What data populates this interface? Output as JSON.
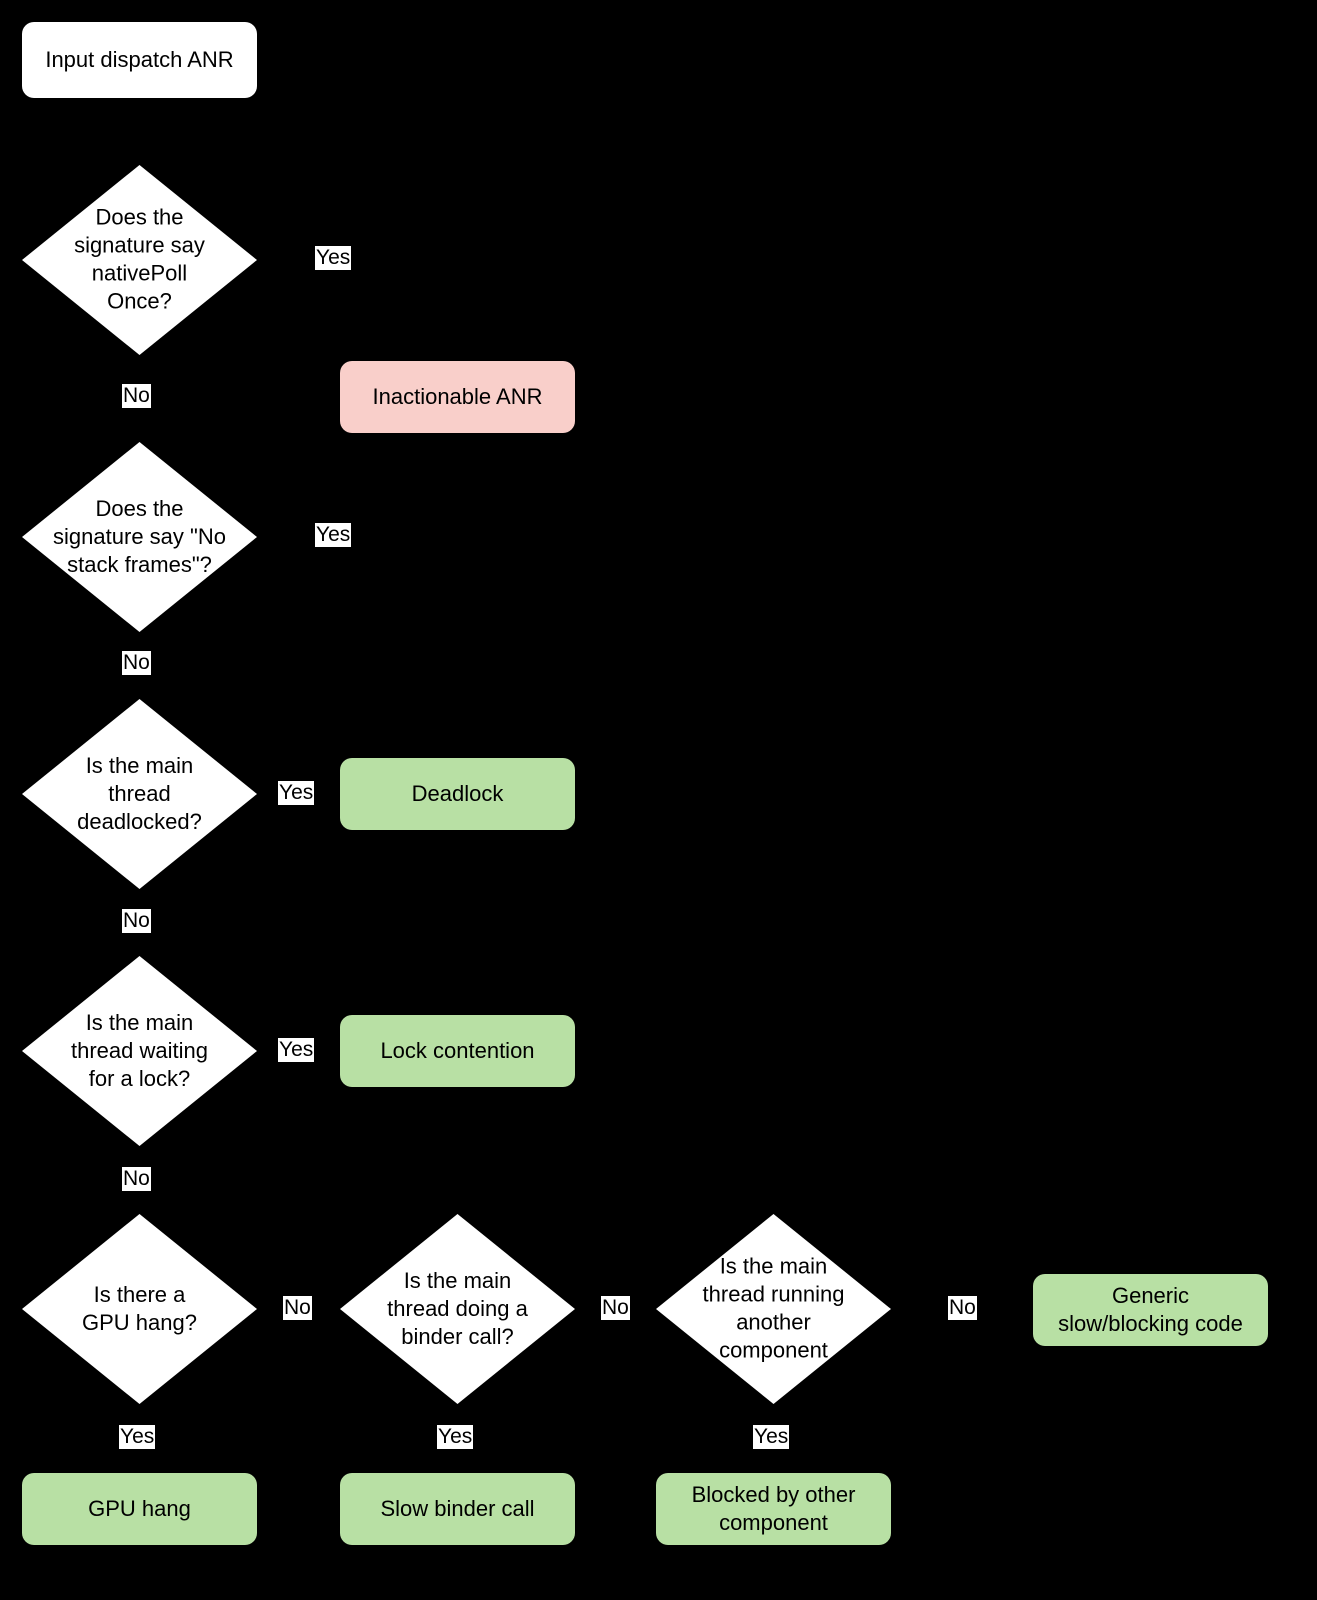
{
  "diagram": {
    "title": "Input dispatch ANR triage flowchart",
    "type": "flowchart",
    "background_color": "#000000",
    "colors": {
      "start_fill": "#ffffff",
      "decision_fill": "#ffffff",
      "inactionable_fill": "#f9cfca",
      "result_fill": "#b8e0a4",
      "text": "#000000",
      "edge": "#000000",
      "label_chip_bg": "#ffffff"
    }
  },
  "nodes": {
    "start": {
      "label": "Input dispatch ANR",
      "shape": "rounded-rect",
      "fill": "white"
    },
    "d1": {
      "label": "Does the\nsignature say\nnativePoll\nOnce?",
      "shape": "diamond"
    },
    "d2": {
      "label": "Does the\nsignature say \"No\nstack frames\"?",
      "shape": "diamond"
    },
    "d3": {
      "label": "Is the main\nthread\ndeadlocked?",
      "shape": "diamond"
    },
    "d4": {
      "label": "Is the main\nthread waiting\nfor a lock?",
      "shape": "diamond"
    },
    "d5": {
      "label": "Is there a\nGPU hang?",
      "shape": "diamond"
    },
    "d6": {
      "label": "Is the main\nthread doing a\nbinder call?",
      "shape": "diamond"
    },
    "d7": {
      "label": "Is the main\nthread running\nanother\ncomponent",
      "shape": "diamond"
    },
    "r_inactionable": {
      "label": "Inactionable ANR",
      "shape": "rounded-rect",
      "fill": "pink"
    },
    "r_deadlock": {
      "label": "Deadlock",
      "shape": "rounded-rect",
      "fill": "green"
    },
    "r_lock": {
      "label": "Lock contention",
      "shape": "rounded-rect",
      "fill": "green"
    },
    "r_gpu": {
      "label": "GPU hang",
      "shape": "rounded-rect",
      "fill": "green"
    },
    "r_binder": {
      "label": "Slow binder call",
      "shape": "rounded-rect",
      "fill": "green"
    },
    "r_blocked": {
      "label": "Blocked by other\ncomponent",
      "shape": "rounded-rect",
      "fill": "green"
    },
    "r_generic": {
      "label": "Generic\nslow/blocking code",
      "shape": "rounded-rect",
      "fill": "green"
    }
  },
  "edge_labels": {
    "d1_yes": "Yes",
    "d1_no": "No",
    "d2_yes": "Yes",
    "d2_no": "No",
    "d3_yes": "Yes",
    "d3_no": "No",
    "d4_yes": "Yes",
    "d4_no": "No",
    "d5_yes": "Yes",
    "d5_no": "No",
    "d6_yes": "Yes",
    "d6_no": "No",
    "d7_yes": "Yes",
    "d7_no": "No"
  }
}
